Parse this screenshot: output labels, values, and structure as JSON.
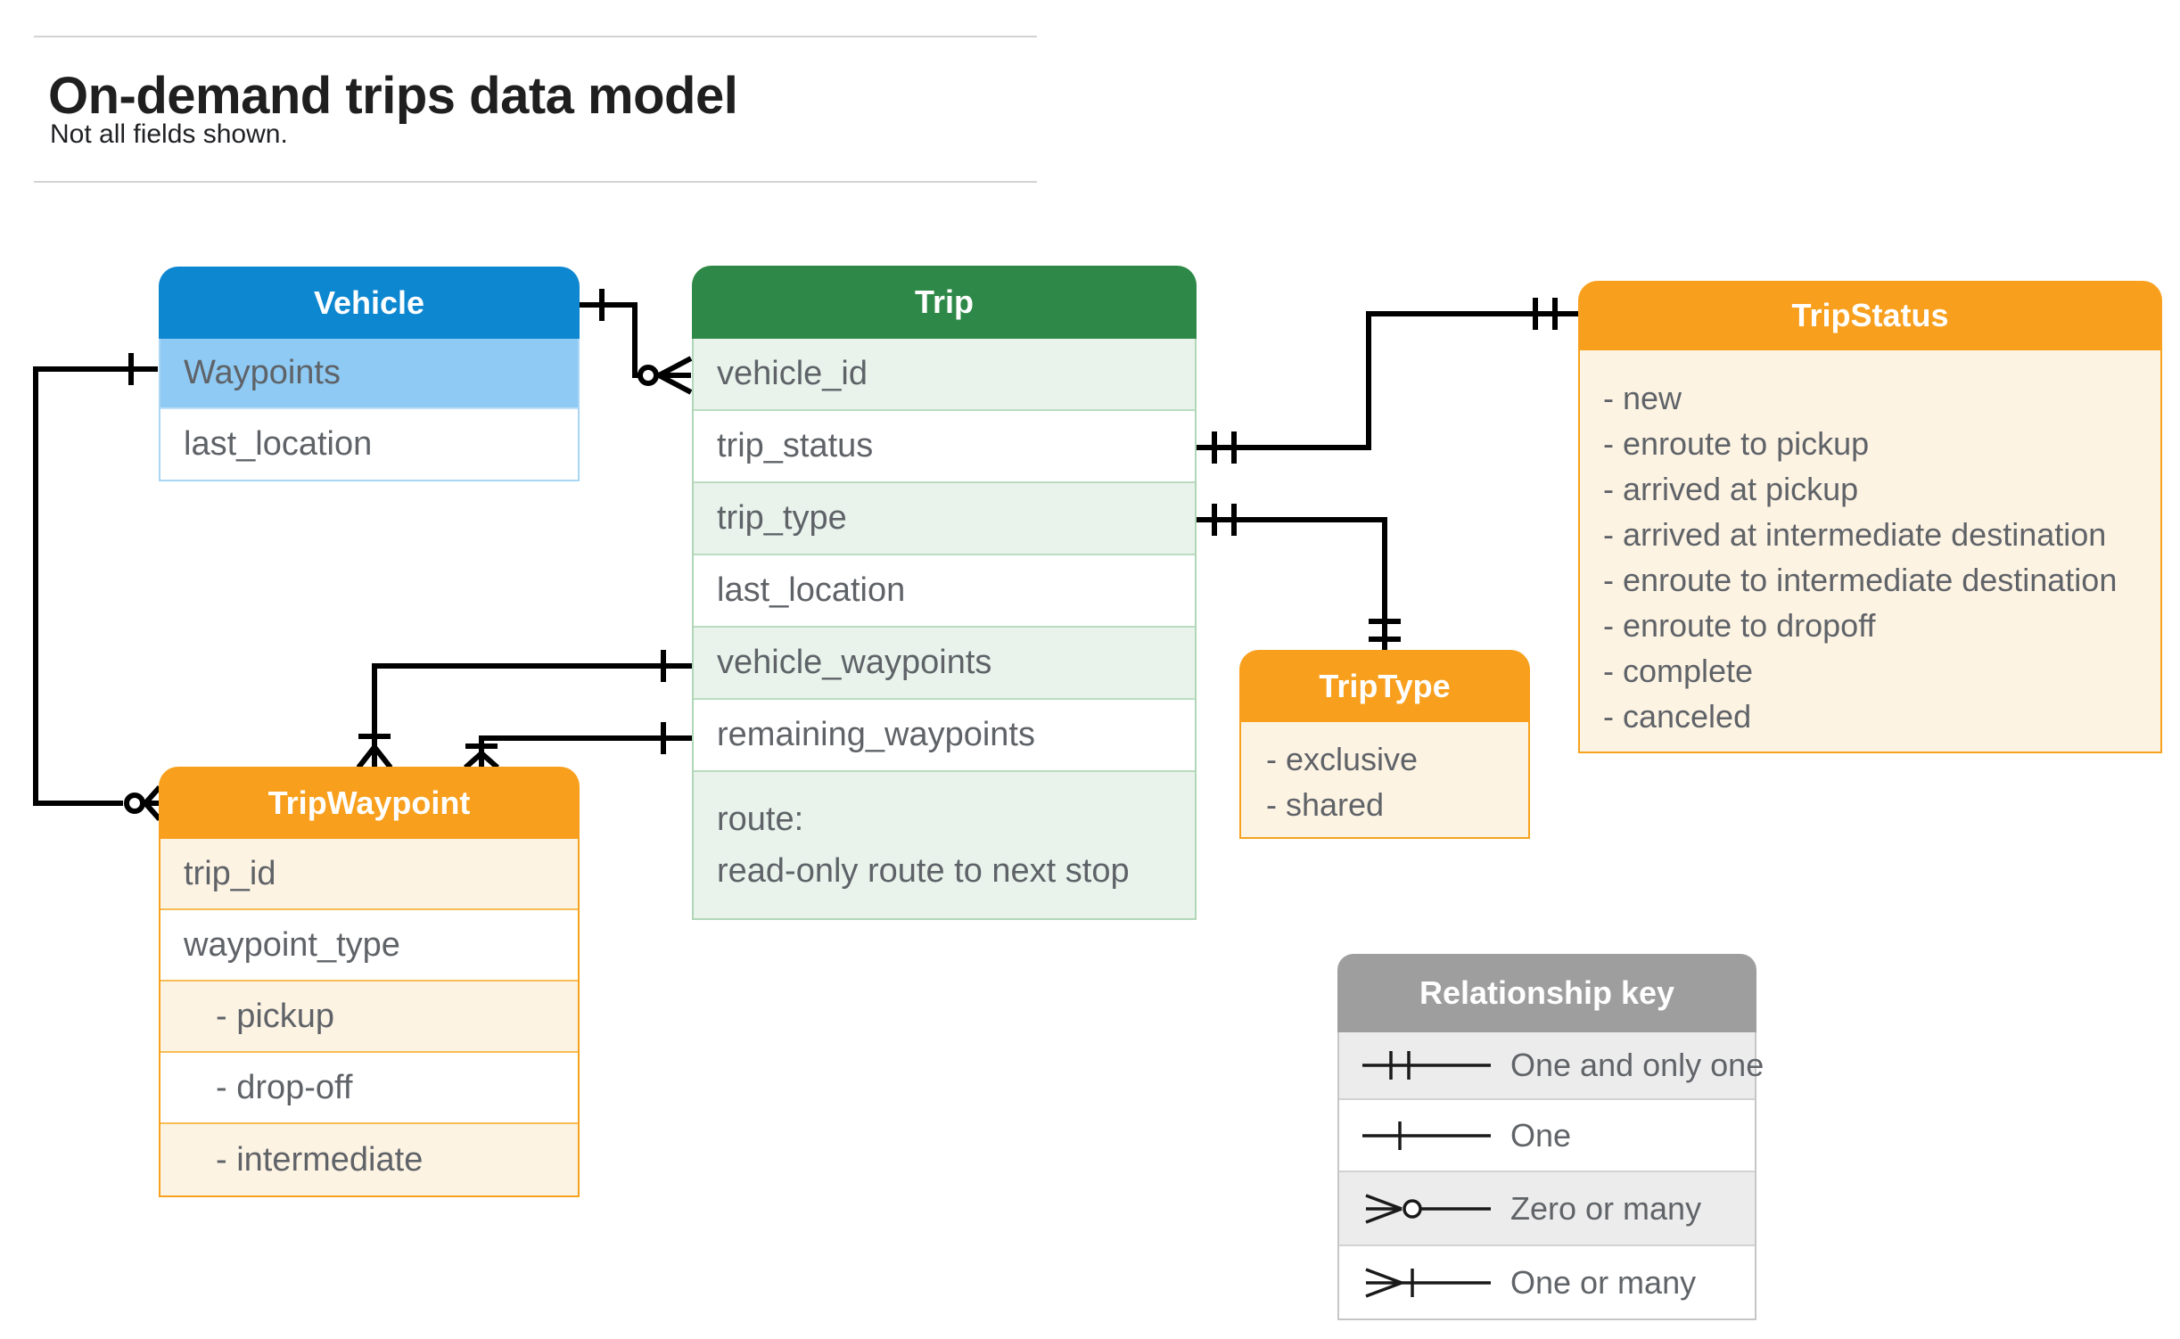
{
  "header": {
    "title": "On-demand trips data model",
    "subtitle": "Not all fields shown."
  },
  "entities": {
    "vehicle": {
      "title": "Vehicle",
      "fields": [
        "Waypoints",
        "last_location"
      ]
    },
    "trip": {
      "title": "Trip",
      "fields": [
        "vehicle_id",
        "trip_status",
        "trip_type",
        "last_location",
        "vehicle_waypoints",
        "remaining_waypoints"
      ],
      "route": [
        "route:",
        "read-only route to next stop"
      ]
    },
    "trip_status": {
      "title": "TripStatus",
      "values": [
        "- new",
        "- enroute to pickup",
        "- arrived at pickup",
        "- arrived at intermediate destination",
        "- enroute to intermediate destination",
        "- enroute to dropoff",
        "- complete",
        "- canceled"
      ]
    },
    "trip_type": {
      "title": "TripType",
      "values": [
        "- exclusive",
        "- shared"
      ]
    },
    "trip_waypoint": {
      "title": "TripWaypoint",
      "fields": [
        "trip_id",
        "waypoint_type"
      ],
      "subvalues": [
        "- pickup",
        "- drop-off",
        "- intermediate"
      ]
    }
  },
  "key": {
    "title": "Relationship key",
    "rows": [
      "One and only one",
      "One",
      "Zero or many",
      "One or many"
    ]
  },
  "colors": {
    "blue_header": "#0e87d1",
    "blue_highlight_row": "#8ecaf3",
    "green_header": "#2e8948",
    "green_light_row": "#e9f3ec",
    "orange_header": "#f8a01e",
    "cream_row": "#fdf3e3",
    "gray_header": "#9e9e9e",
    "gray_light_row": "#ececec",
    "row_text": "#5f6368",
    "connector_line": "#000000"
  }
}
